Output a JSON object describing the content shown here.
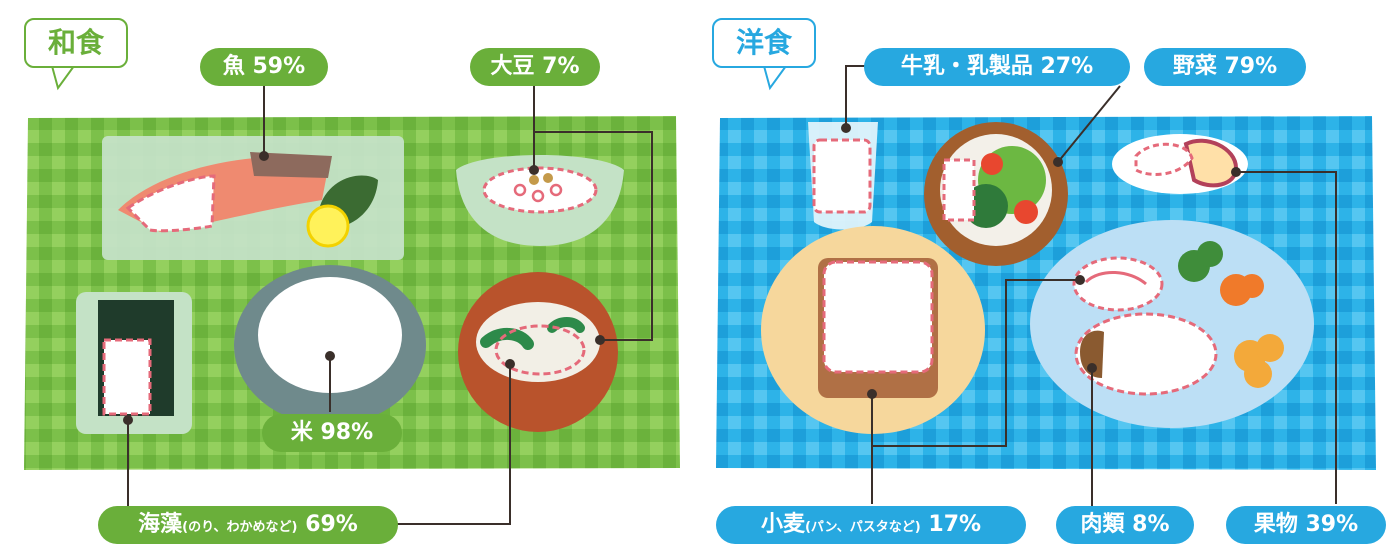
{
  "japanese": {
    "tag": "和食",
    "fish": "魚 59%",
    "soy": "大豆 7%",
    "rice": "米 98%",
    "seaweed": {
      "main": "海藻",
      "note": "(のり、わかめなど)",
      "pct": "69%"
    }
  },
  "western": {
    "tag": "洋食",
    "dairy": "牛乳・乳製品 27%",
    "veg": "野菜 79%",
    "wheat": {
      "main": "小麦",
      "note": "(パン、パスタなど)",
      "pct": "17%"
    },
    "meat": "肉類 8%",
    "fruit": "果物 39%"
  },
  "colors": {
    "green": "#6aaf3a",
    "blue": "#27a8e0",
    "dash": "#e56a7a"
  }
}
